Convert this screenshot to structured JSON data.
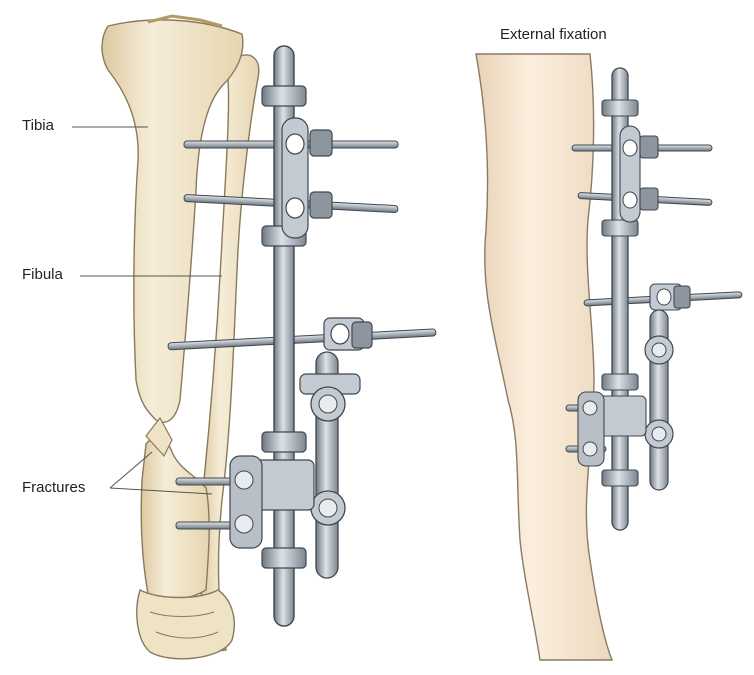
{
  "figure": {
    "title": "External fixation",
    "labels": {
      "tibia": "Tibia",
      "fibula": "Fibula",
      "fractures": "Fractures"
    }
  },
  "colors": {
    "bone_fill": "#f1e6cc",
    "bone_shade": "#dcc9a0",
    "bone_outline": "#8a7a5c",
    "skin_fill": "#f7e6cf",
    "skin_outline": "#8c7a66",
    "metal_fill": "#a9b0b8",
    "metal_light": "#dde2e7",
    "metal_dark": "#6f7881",
    "metal_outline": "#3f4750",
    "leader_line": "#555555"
  }
}
